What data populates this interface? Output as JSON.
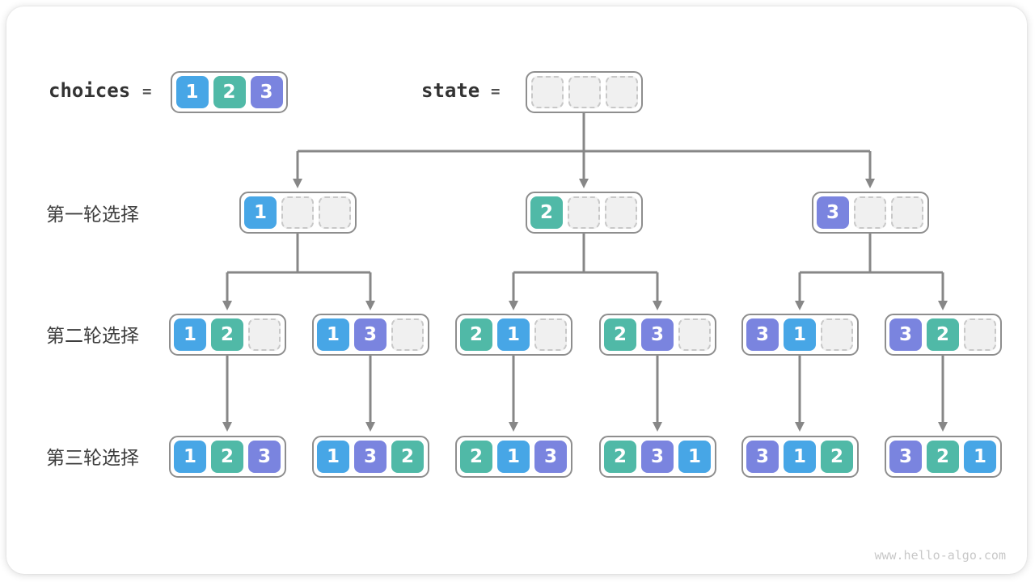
{
  "page": {
    "watermark": "www.hello-algo.com"
  },
  "header": {
    "choices_label": "choices",
    "choices_equals": "=",
    "choices_values": [
      1,
      2,
      3
    ],
    "state_label": "state",
    "state_equals": "=",
    "state_values": [
      null,
      null,
      null
    ]
  },
  "row_labels": [
    "第一轮选择",
    "第二轮选择",
    "第三轮选择"
  ],
  "tree": {
    "level1": [
      [
        1,
        null,
        null
      ],
      [
        2,
        null,
        null
      ],
      [
        3,
        null,
        null
      ]
    ],
    "level2": [
      [
        1,
        2,
        null
      ],
      [
        1,
        3,
        null
      ],
      [
        2,
        1,
        null
      ],
      [
        2,
        3,
        null
      ],
      [
        3,
        1,
        null
      ],
      [
        3,
        2,
        null
      ]
    ],
    "level3": [
      [
        1,
        2,
        3
      ],
      [
        1,
        3,
        2
      ],
      [
        2,
        1,
        3
      ],
      [
        2,
        3,
        1
      ],
      [
        3,
        1,
        2
      ],
      [
        3,
        2,
        1
      ]
    ]
  },
  "colors": {
    "1": "#47A6E6",
    "2": "#50B9A7",
    "3": "#7A84DF",
    "node_border": "#8E8E8E",
    "arrow": "#878787",
    "empty_fill": "#F0F0F0",
    "empty_border": "#C8C8C8",
    "label_text": "#3D3D3D",
    "watermark_text": "#C8C8C8"
  }
}
